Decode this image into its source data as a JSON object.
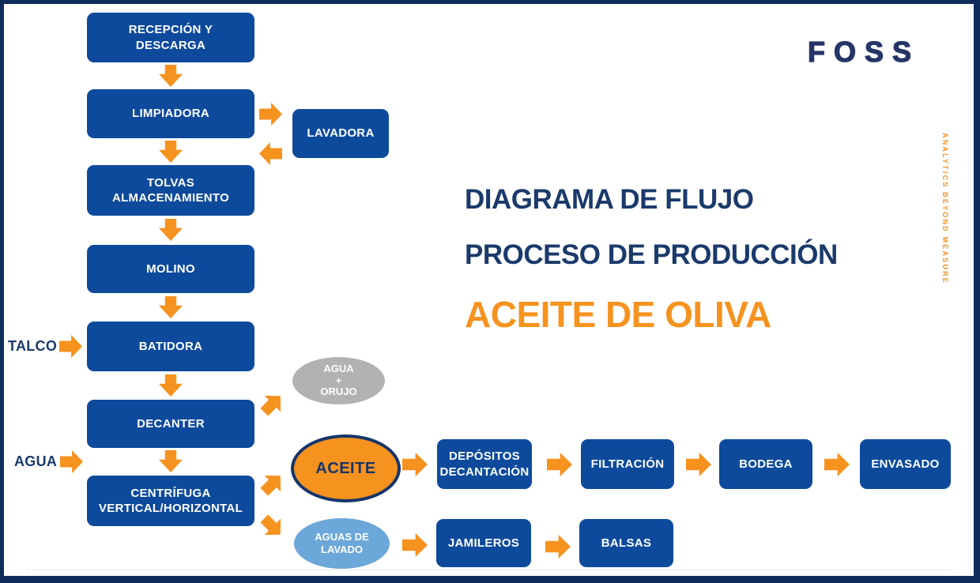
{
  "brand": {
    "logo_text": "FOSS",
    "tagline_vertical": "ANALYTICS BEYOND MEASURE"
  },
  "title": {
    "line1": "DIAGRAMA DE FLUJO",
    "line2": "PROCESO DE PRODUCCIÓN",
    "line3": "ACEITE DE OLIVA"
  },
  "process": {
    "main_steps": [
      "RECEPCIÓN Y\nDESCARGA",
      "LIMPIADORA",
      "TOLVAS\nALMACENAMIENTO",
      "MOLINO",
      "BATIDORA",
      "DECANTER",
      "CENTRÍFUGA\nVERTICAL/HORIZONTAL"
    ],
    "side_step": "LAVADORA",
    "inputs": {
      "talco": "TALCO",
      "agua": "AGUA"
    },
    "byproduct": "AGUA\n+\nORUJO",
    "oil_node": "ACEITE",
    "wash_water_node": "AGUAS DE\nLAVADO",
    "oil_chain": [
      "DEPÓSITOS\nDECANTACIÓN",
      "FILTRACIÓN",
      "BODEGA",
      "ENVASADO"
    ],
    "water_chain": [
      "JAMILEROS",
      "BALSAS"
    ]
  },
  "colors": {
    "navy_border": "#0f2d5a",
    "box_blue": "#0d4a9c",
    "orange": "#f6921e",
    "title_navy": "#1b3a6b",
    "gray_ellipse": "#b1b2b4",
    "light_blue_ellipse": "#6ba7d8"
  }
}
